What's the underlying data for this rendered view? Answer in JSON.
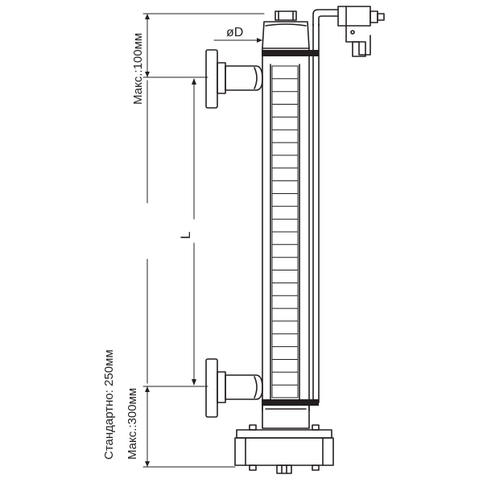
{
  "labels": {
    "top_max": "Макс.:100мм",
    "diameter": "øD",
    "length": "L",
    "bottom_standard": "Стандартно: 250мм",
    "bottom_max": "Макс.:300мм"
  },
  "colors": {
    "stroke": "#231f20",
    "band": "#231f20",
    "background": "#ffffff"
  },
  "scale_segment_count": 26
}
